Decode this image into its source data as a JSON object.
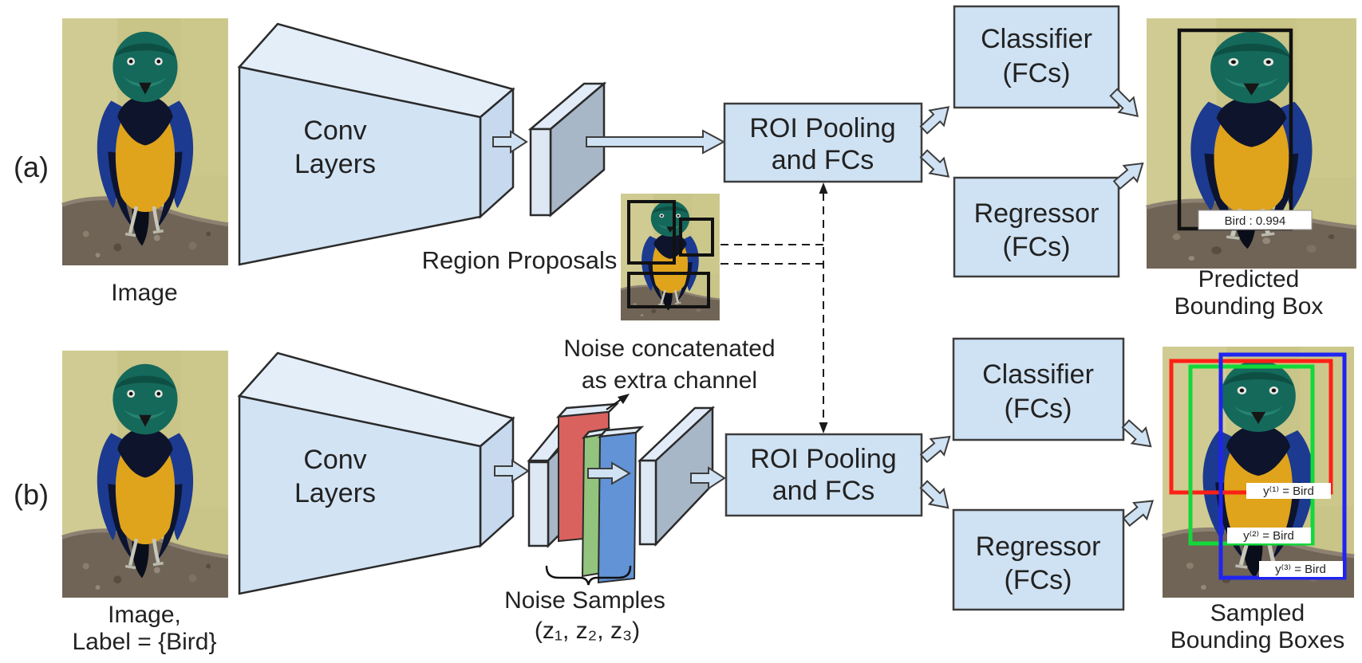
{
  "figure": {
    "colors": {
      "block_fill": "#cfe2f3",
      "block_border": "#3d3d3d",
      "noise_red": "#d9625f",
      "noise_green": "#93c47d",
      "noise_blue": "#6293d6",
      "bbox_black": "#111111",
      "bbox_red": "#fe2016",
      "bbox_green": "#12d839",
      "bbox_blue": "#2024f0"
    }
  },
  "panel_a": {
    "label": "(a)",
    "input_caption": "Image",
    "conv": {
      "line1": "Conv",
      "line2": "Layers"
    },
    "region_proposals_label": "Region Proposals",
    "roi": {
      "line1": "ROI Pooling",
      "line2": "and FCs"
    },
    "classifier": {
      "line1": "Classifier",
      "line2": "(FCs)"
    },
    "regressor": {
      "line1": "Regressor",
      "line2": "(FCs)"
    },
    "prediction_tag": "Bird : 0.994",
    "output_caption": {
      "line1": "Predicted",
      "line2": "Bounding Box"
    }
  },
  "panel_b": {
    "label": "(b)",
    "input_caption": {
      "line1": "Image,",
      "line2": "Label = {Bird}"
    },
    "conv": {
      "line1": "Conv",
      "line2": "Layers"
    },
    "noise_annotation": {
      "line1": "Noise concatenated",
      "line2": "as extra channel"
    },
    "noise_samples": {
      "line1": "Noise Samples",
      "line2": "(z₁, z₂, z₃)"
    },
    "roi": {
      "line1": "ROI Pooling",
      "line2": "and FCs"
    },
    "classifier": {
      "line1": "Classifier",
      "line2": "(FCs)"
    },
    "regressor": {
      "line1": "Regressor",
      "line2": "(FCs)"
    },
    "sample_tags": [
      "y⁽¹⁾ = Bird",
      "y⁽²⁾ = Bird",
      "y⁽³⁾ = Bird"
    ],
    "output_caption": {
      "line1": "Sampled",
      "line2": "Bounding Boxes"
    }
  }
}
